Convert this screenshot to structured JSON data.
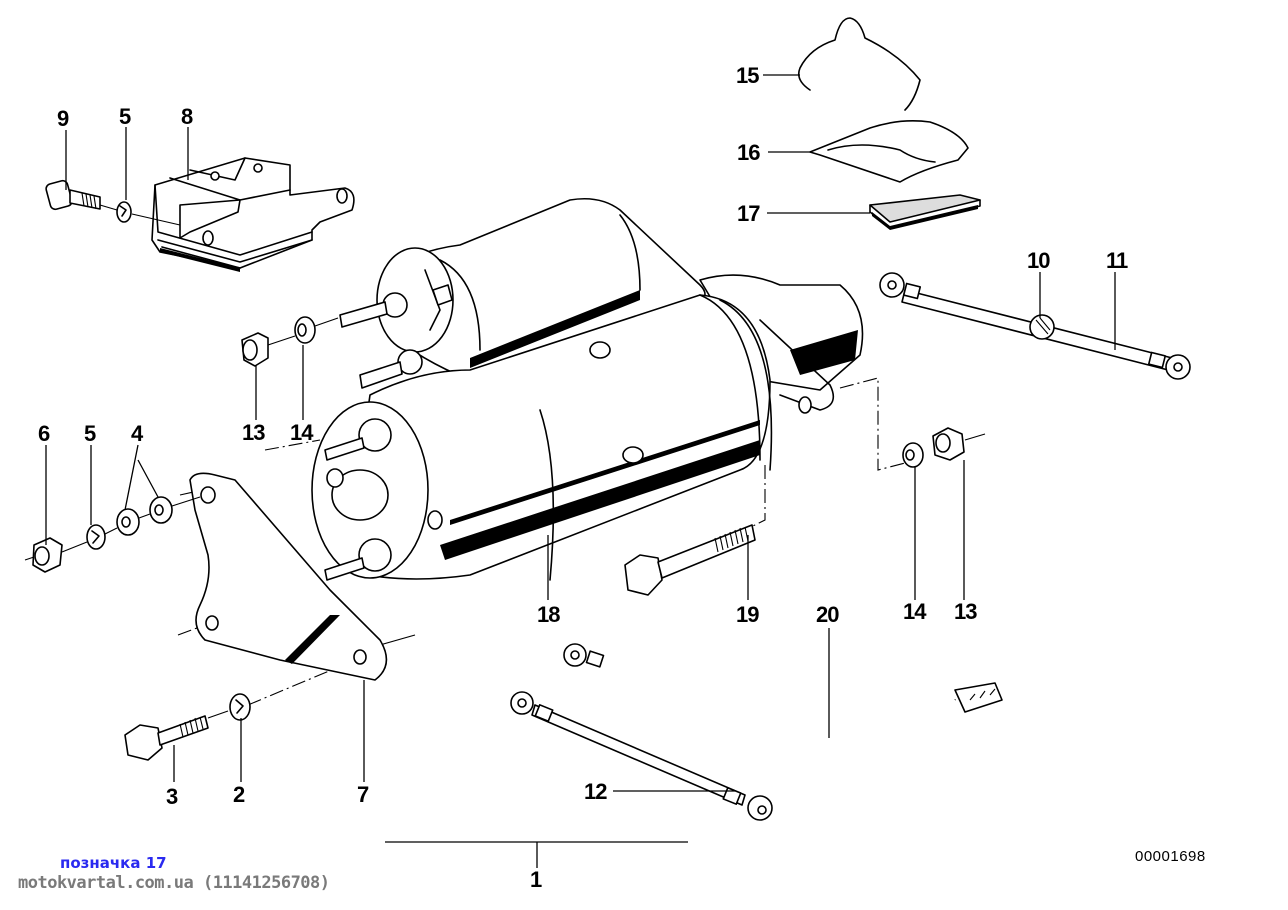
{
  "diagram": {
    "title": "Starter motor exploded parts diagram",
    "document_number": "00001698",
    "assembly_callout": "1",
    "callouts": {
      "c2": "2",
      "c3": "3",
      "c4": "4",
      "c5a": "5",
      "c5b": "5",
      "c6": "6",
      "c7": "7",
      "c8": "8",
      "c9": "9",
      "c10": "10",
      "c11": "11",
      "c12": "12",
      "c13a": "13",
      "c13b": "13",
      "c14a": "14",
      "c14b": "14",
      "c15": "15",
      "c16": "16",
      "c17": "17",
      "c18": "18",
      "c19": "19",
      "c20": "20"
    }
  },
  "watermark": {
    "label": "позначка 17",
    "site": "motokvartal.com.ua (11141256708)",
    "label_color": "#2a2af0",
    "site_color": "#7a7a7a"
  }
}
